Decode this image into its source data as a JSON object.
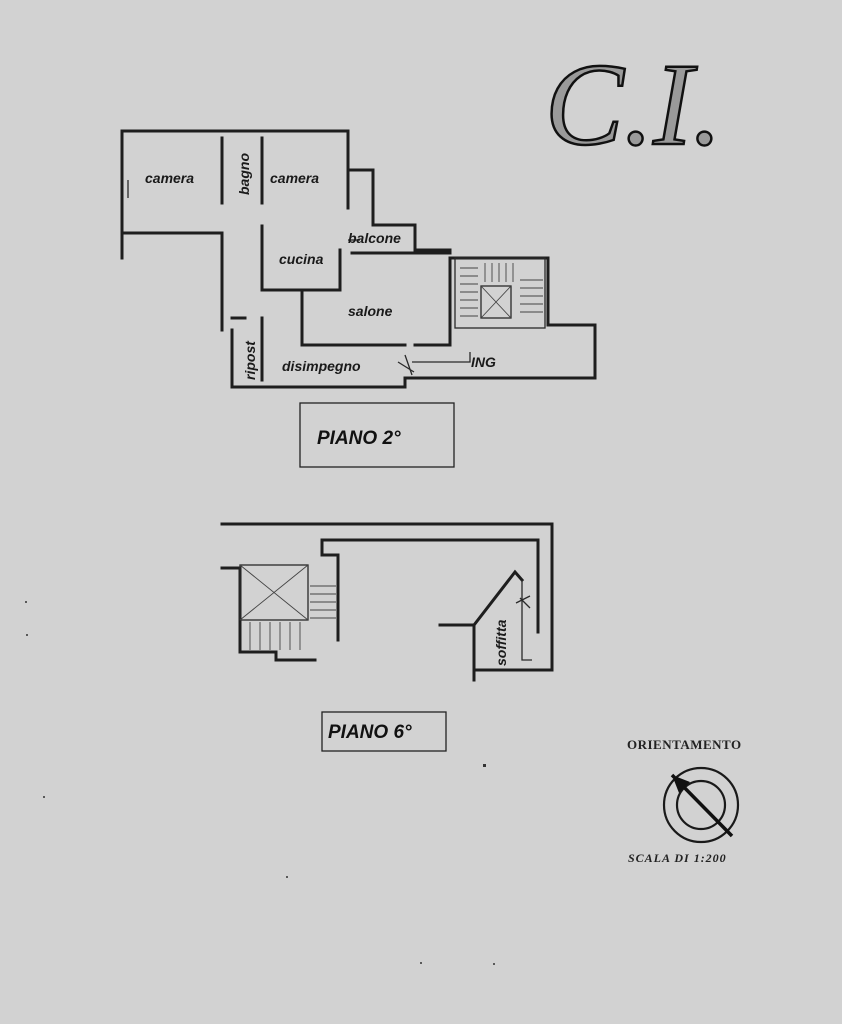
{
  "logo": {
    "text": "C.I."
  },
  "floor_2": {
    "title": "PIANO 2°",
    "rooms": {
      "camera_left": "camera",
      "bagno": "bagno",
      "camera_right": "camera",
      "balcone": "balcone",
      "cucina": "cucina",
      "salone": "salone",
      "ripost": "ripost",
      "disimpegno": "disimpegno",
      "ing": "ING"
    }
  },
  "floor_6": {
    "title": "PIANO 6°",
    "rooms": {
      "soffitta": "soffitta"
    }
  },
  "orientation": {
    "label": "ORIENTAMENTO",
    "scale": "SCALA DI 1:200"
  }
}
